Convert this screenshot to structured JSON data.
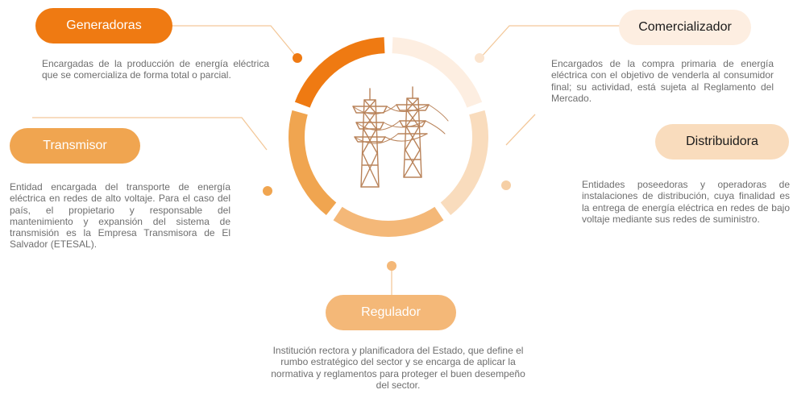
{
  "colors": {
    "generadoras": "#ef7a12",
    "transmisor": "#f0a550",
    "regulador": "#f4b878",
    "distribuidora": "#f9dcbd",
    "comercializador": "#fdeee1",
    "line": "#f3c89a"
  },
  "icon": "power-transmission-towers-icon",
  "nodes": [
    {
      "id": "generadoras",
      "label": "Generadoras",
      "description": "Encargadas de la producción de energía eléctrica que se comercializa de forma total o parcial."
    },
    {
      "id": "transmisor",
      "label": "Transmisor",
      "description": "Entidad encargada del transporte de energía eléctrica en redes de alto voltaje. Para el caso del país, el propietario y responsable del mantenimiento y expansión del sistema de transmisión es la Empresa Transmisora de El Salvador (ETESAL)."
    },
    {
      "id": "regulador",
      "label": "Regulador",
      "description": "Institución rectora y planificadora del Estado, que define el rumbo estratégico del sector y se encarga de aplicar la normativa y reglamentos para proteger el buen desempeño del sector."
    },
    {
      "id": "distribuidora",
      "label": "Distribuidora",
      "description": "Entidades poseedoras y operadoras de instalaciones de distribución, cuya finalidad es la entrega de energía eléctrica en redes de bajo voltaje mediante sus redes de suministro."
    },
    {
      "id": "comercializador",
      "label": "Comercializador",
      "description": "Encargados de la compra primaria de energía eléctrica con el objetivo de venderla al consumidor final; su actividad, está sujeta al Reglamento del Mercado."
    }
  ]
}
